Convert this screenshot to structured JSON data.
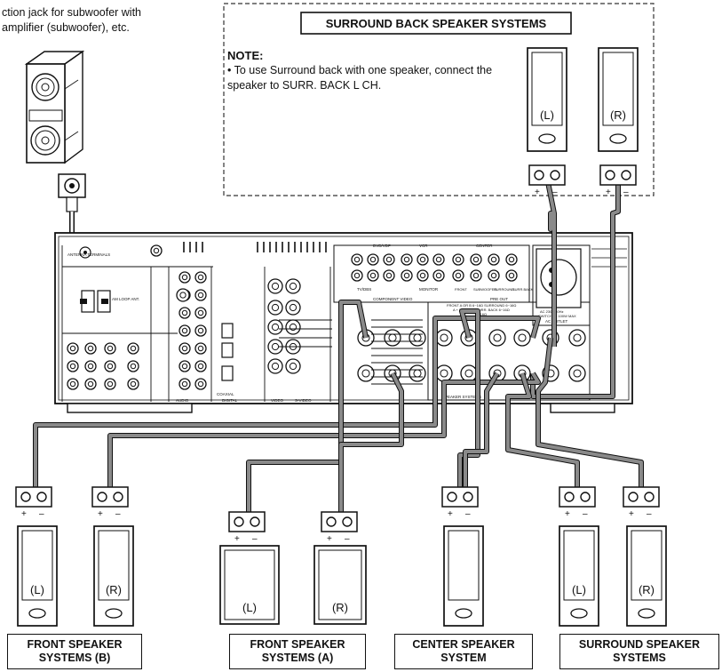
{
  "intro_text": "ction jack for subwoofer with\namplifier (subwoofer), etc.",
  "surround_back_panel": {
    "title": "SURROUND BACK SPEAKER SYSTEMS",
    "note_title": "NOTE:",
    "note_body": "• To use Surround back with one speaker, connect the speaker to SURR. BACK L CH."
  },
  "channel_marks": {
    "left": "(L)",
    "right": "(R)",
    "plus": "+",
    "minus": "–"
  },
  "receiver_labels": {
    "antenna_terminals": "ANTENNA TERMINALS",
    "am_loop": "AM LOOP ANT.",
    "component_video": "COMPONENT VIDEO",
    "dvd_vdp": "DVD/VDP",
    "vcr": "VCR",
    "center": "CENTER",
    "monitor": "MONITOR",
    "tv_dbs": "TV/DBS",
    "coaxial": "COAXIAL",
    "digital": "DIGITAL",
    "video": "VIDEO",
    "s_video": "S-VIDEO",
    "audio": "AUDIO",
    "pre_out": "PRE OUT",
    "front": "FRONT",
    "subwoofer": "SUBWOOFER",
    "surround": "SURROUND",
    "surr_back": "SURR.BACK",
    "speaker_systems": "SPEAKER SYSTEMS",
    "speaker_impedance": "SPEAKER IMPEDANCE",
    "ac_outlet": "AC OUTLET",
    "ac_rating": "AC 230V 50Hz",
    "ac_switched": "SWITCHED 100W MAX",
    "impedance_note_1": "FRONT A OR B  6~16Ω    SURROUND     6~16Ω",
    "impedance_note_2": "A + B  10~16Ω   SURR. BACK    6~16Ω",
    "impedance_note_3": "6~16Ω"
  },
  "bottom_labels": {
    "front_b": "FRONT SPEAKER\nSYSTEMS (B)",
    "front_a": "FRONT SPEAKER\nSYSTEMS (A)",
    "center": "CENTER SPEAKER\nSYSTEM",
    "surround": "SURROUND SPEAKER\nSYSTEMS"
  }
}
